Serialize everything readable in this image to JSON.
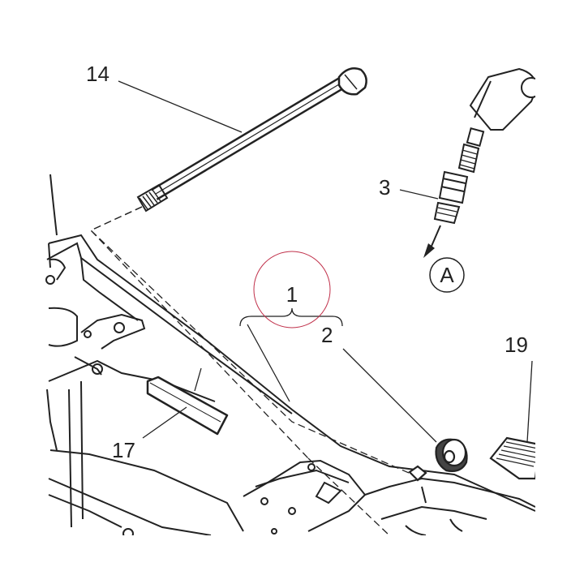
{
  "diagram": {
    "callouts": {
      "c14": "14",
      "c3": "3",
      "cA": "A",
      "c1": "1",
      "c2": "2",
      "c19": "19",
      "c17": "17"
    },
    "highlight_color": "#c0304a",
    "line_color": "#222222"
  }
}
